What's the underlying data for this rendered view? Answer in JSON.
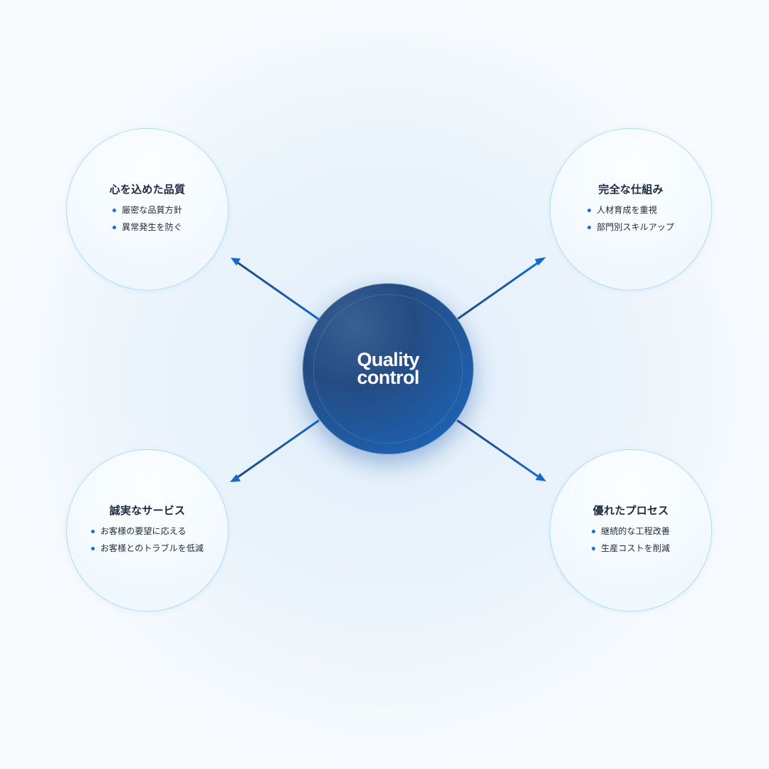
{
  "center": {
    "title": "Quality\ncontrol"
  },
  "nodes": [
    {
      "title": "心を込めた品質",
      "items": [
        "厳密な品質方針",
        "異常発生を防ぐ"
      ]
    },
    {
      "title": "完全な仕組み",
      "items": [
        "人材育成を重視",
        "部門別スキルアップ"
      ]
    },
    {
      "title": "誠実なサービス",
      "items": [
        "お客様の要望に応える",
        "お客様とのトラブルを低減"
      ]
    },
    {
      "title": "優れたプロセス",
      "items": [
        "継続的な工程改善",
        "生産コストを削減"
      ]
    }
  ],
  "colors": {
    "center": "#1f5da8",
    "accent": "#1c6dce",
    "node_border": "#7ac5eb",
    "text": "#1e2a3d"
  }
}
